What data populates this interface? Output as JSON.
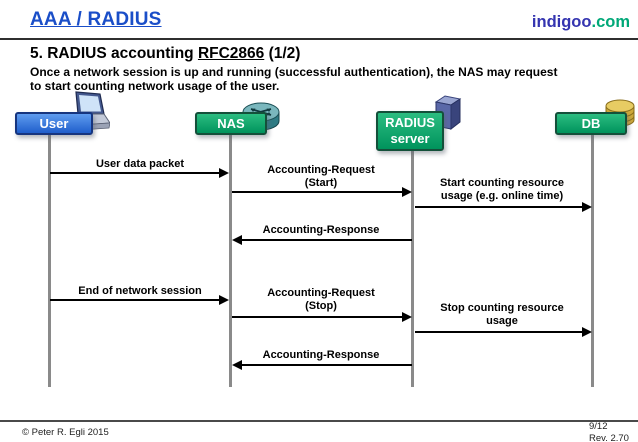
{
  "colors": {
    "title_blue": "#1a4ec8",
    "brand_indigo": "#3434b0",
    "brand_green": "#00a878",
    "box_blue_top": "#5f9cef",
    "box_blue_bottom": "#1f5ecb",
    "box_blue_border": "#16357f",
    "box_green_top": "#2bbd81",
    "box_green_bottom": "#00935c",
    "box_green_border": "#14503a",
    "lifeline_gray": "#8a8a8a",
    "arrow_black": "#000000"
  },
  "header": {
    "title": "AAA / RADIUS",
    "brand_name": "indigoo",
    "brand_tld": ".com"
  },
  "heading": {
    "prefix": "5. RADIUS accounting ",
    "rfc": "RFC2866",
    "suffix": " (1/2)",
    "subtitle_line1": "Once a network session is up and running (successful authentication), the NAS may request",
    "subtitle_line2": "to start counting network usage of the user."
  },
  "actors": [
    {
      "label": "User",
      "icon": "laptop-icon"
    },
    {
      "label": "NAS",
      "icon": "router-icon"
    },
    {
      "label_line1": "RADIUS",
      "label_line2": "server",
      "icon": "server-icon"
    },
    {
      "label": "DB",
      "icon": "database-icon"
    }
  ],
  "messages": [
    {
      "from": "User",
      "to": "NAS",
      "lines": [
        "User data packet"
      ]
    },
    {
      "from": "NAS",
      "to": "RADIUS server",
      "lines": [
        "Accounting-Request",
        "(Start)"
      ]
    },
    {
      "from": "RADIUS server",
      "to": "DB",
      "lines": [
        "Start counting resource",
        "usage (e.g. online time)"
      ]
    },
    {
      "from": "RADIUS server",
      "to": "NAS",
      "lines": [
        "Accounting-Response"
      ]
    },
    {
      "from": "User",
      "to": "NAS",
      "lines": [
        "End of network session"
      ]
    },
    {
      "from": "NAS",
      "to": "RADIUS server",
      "lines": [
        "Accounting-Request",
        "(Stop)"
      ]
    },
    {
      "from": "RADIUS server",
      "to": "DB",
      "lines": [
        "Stop counting resource",
        "usage"
      ]
    },
    {
      "from": "RADIUS server",
      "to": "NAS",
      "lines": [
        "Accounting-Response"
      ]
    }
  ],
  "footer": {
    "copyright": "© Peter R. Egli 2015",
    "page": "9/12",
    "revision": "Rev. 2.70"
  }
}
